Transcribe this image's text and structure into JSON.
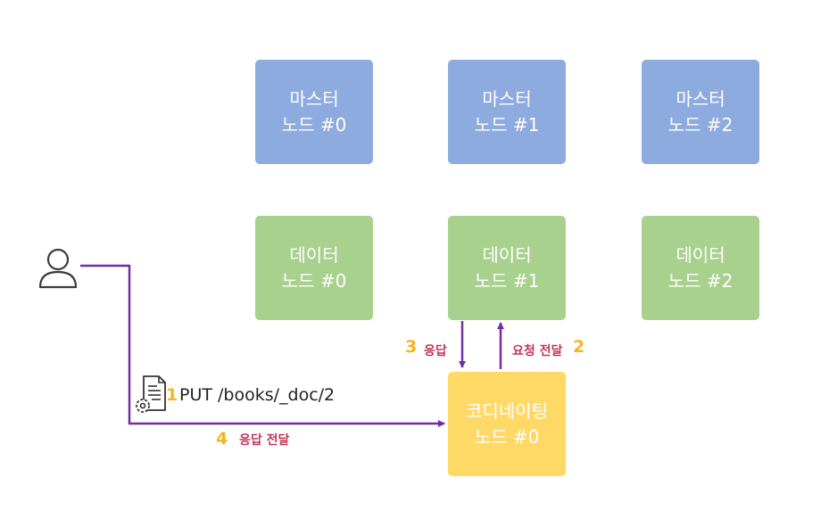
{
  "master_nodes": [
    {
      "line1": "마스터",
      "line2": "노드 #0"
    },
    {
      "line1": "마스터",
      "line2": "노드 #1"
    },
    {
      "line1": "마스터",
      "line2": "노드 #2"
    }
  ],
  "data_nodes": [
    {
      "line1": "데이터",
      "line2": "노드 #0"
    },
    {
      "line1": "데이터",
      "line2": "노드 #1"
    },
    {
      "line1": "데이터",
      "line2": "노드 #2"
    }
  ],
  "coordinating_node": {
    "line1": "코디네이팅",
    "line2": "노드 #0"
  },
  "request": {
    "step": "1",
    "text": "PUT /books/_doc/2"
  },
  "forward_request": {
    "step": "2",
    "text": "요청 전달"
  },
  "response": {
    "step": "3",
    "text": "응답"
  },
  "forward_response": {
    "step": "4",
    "text": "응답 전달"
  },
  "colors": {
    "master": "#8eabe0",
    "data": "#a9d18e",
    "coordinating": "#ffd966",
    "arrow": "#7030a0",
    "step_number": "#f4b522",
    "step_label": "#c0375a"
  },
  "icons": {
    "user": "user-icon",
    "document": "document-settings-icon"
  }
}
